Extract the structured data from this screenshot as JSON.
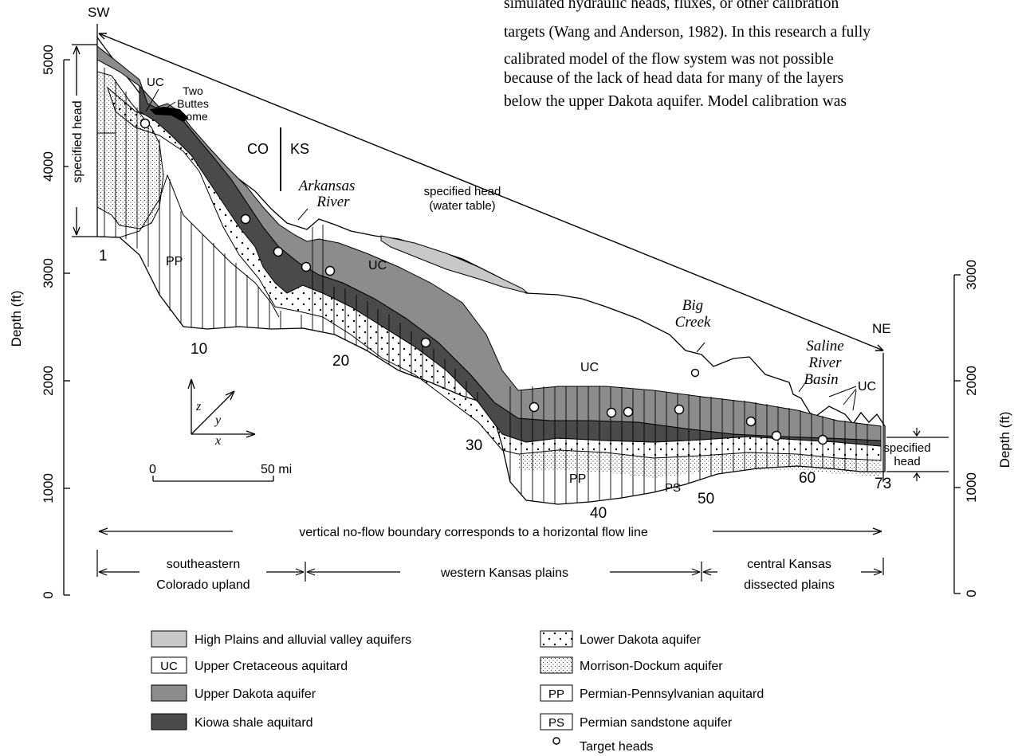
{
  "paragraph_lines": [
    "simulated hydraulic heads, fluxes, or other calibration",
    "targets (Wang and Anderson, 1982). In this research a fully",
    "calibrated model of the flow system was not possible",
    "because of the lack of head data for many of the layers",
    "below the upper Dakota aquifer. Model calibration was"
  ],
  "labels": {
    "sw": "SW",
    "ne": "NE",
    "y_axis_left_title": "Depth (ft)",
    "y_axis_right_title": "Depth (ft)",
    "left_ticks": [
      "5000",
      "4000",
      "3000",
      "2000",
      "1000",
      "0"
    ],
    "right_ticks": [
      "3000",
      "2000",
      "1000",
      "0"
    ],
    "specified_head_left": "specified head",
    "specified_head_top_1": "specified head",
    "specified_head_top_2": "(water table)",
    "specified_head_right_1": "specified",
    "specified_head_right_2": "head",
    "uc": "UC",
    "pp": "PP",
    "ps": "PS",
    "two_buttes_1": "Two",
    "two_buttes_2": "Buttes",
    "two_buttes_3": "Dome",
    "co": "CO",
    "ks": "KS",
    "arkansas_1": "Arkansas",
    "arkansas_2": "River",
    "big_creek_1": "Big",
    "big_creek_2": "Creek",
    "saline_1": "Saline",
    "saline_2": "River",
    "saline_3": "Basin",
    "col_1": "1",
    "col_10": "10",
    "col_20": "20",
    "col_30": "30",
    "col_40": "40",
    "col_50": "50",
    "col_60": "60",
    "col_73": "73",
    "axis_z": "z",
    "axis_y": "y",
    "axis_x": "x",
    "scale_0": "0",
    "scale_50": "50 mi",
    "no_flow": "vertical no-flow boundary corresponds to a horizontal flow line",
    "region_1a": "southeastern",
    "region_1b": "Colorado upland",
    "region_2": "western Kansas plains",
    "region_3a": "central Kansas",
    "region_3b": "dissected plains"
  },
  "legend": [
    {
      "key": "hp",
      "label": "High Plains and alluvial valley aquifers"
    },
    {
      "key": "uc",
      "code": "UC",
      "label": "Upper Cretaceous aquitard"
    },
    {
      "key": "ud",
      "label": "Upper Dakota aquifer"
    },
    {
      "key": "ks",
      "label": "Kiowa shale aquitard"
    },
    {
      "key": "ld",
      "label": "Lower Dakota aquifer"
    },
    {
      "key": "md",
      "label": "Morrison-Dockum aquifer"
    },
    {
      "key": "pp",
      "code": "PP",
      "label": "Permian-Pennsylvanian aquitard"
    },
    {
      "key": "ps",
      "code": "PS",
      "label": "Permian sandstone aquifer"
    },
    {
      "key": "th",
      "label": "Target heads"
    }
  ],
  "colors": {
    "high_plains": "#c8c8c8",
    "upper_dakota": "#8c8c8c",
    "kiowa_shale": "#4a4a4a"
  }
}
